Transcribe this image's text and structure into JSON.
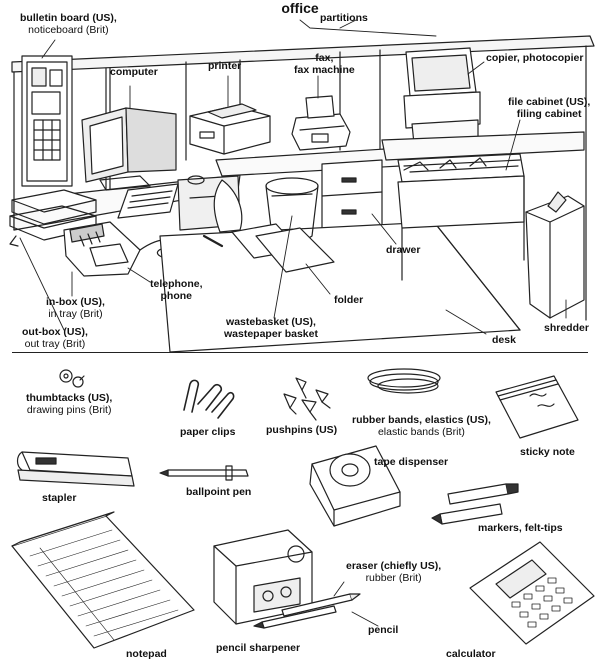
{
  "title": "office",
  "labels": {
    "bulletin_board": {
      "main": "bulletin board (US),",
      "alt": "noticeboard (Brit)"
    },
    "partitions": "partitions",
    "computer": "computer",
    "printer": "printer",
    "fax": {
      "main": "fax,",
      "alt": "fax machine"
    },
    "copier": "copier, photocopier",
    "file_cabinet": {
      "main": "file cabinet (US),",
      "alt": "filing cabinet"
    },
    "telephone": {
      "main": "telephone,",
      "alt": "phone"
    },
    "in_box": {
      "main": "in-box (US),",
      "alt": "in tray (Brit)"
    },
    "out_box": {
      "main": "out-box (US),",
      "alt": "out tray (Brit)"
    },
    "wastebasket": {
      "main": "wastebasket (US),",
      "alt": "wastepaper basket"
    },
    "folder": "folder",
    "drawer": "drawer",
    "desk": "desk",
    "shredder": "shredder",
    "thumbtacks": {
      "main": "thumbtacks (US),",
      "alt": "drawing pins (Brit)"
    },
    "paper_clips": "paper clips",
    "pushpins": "pushpins (US)",
    "rubber_bands": {
      "main": "rubber bands, elastics (US),",
      "alt": "elastic bands (Brit)"
    },
    "sticky_note": "sticky note",
    "stapler": "stapler",
    "ballpoint_pen": "ballpoint pen",
    "tape_dispenser": "tape dispenser",
    "markers": "markers, felt-tips",
    "notepad": "notepad",
    "pencil_sharpener": "pencil sharpener",
    "eraser": {
      "main": "eraser (chiefly US),",
      "alt": "rubber (Brit)"
    },
    "pencil": "pencil",
    "calculator": "calculator"
  }
}
